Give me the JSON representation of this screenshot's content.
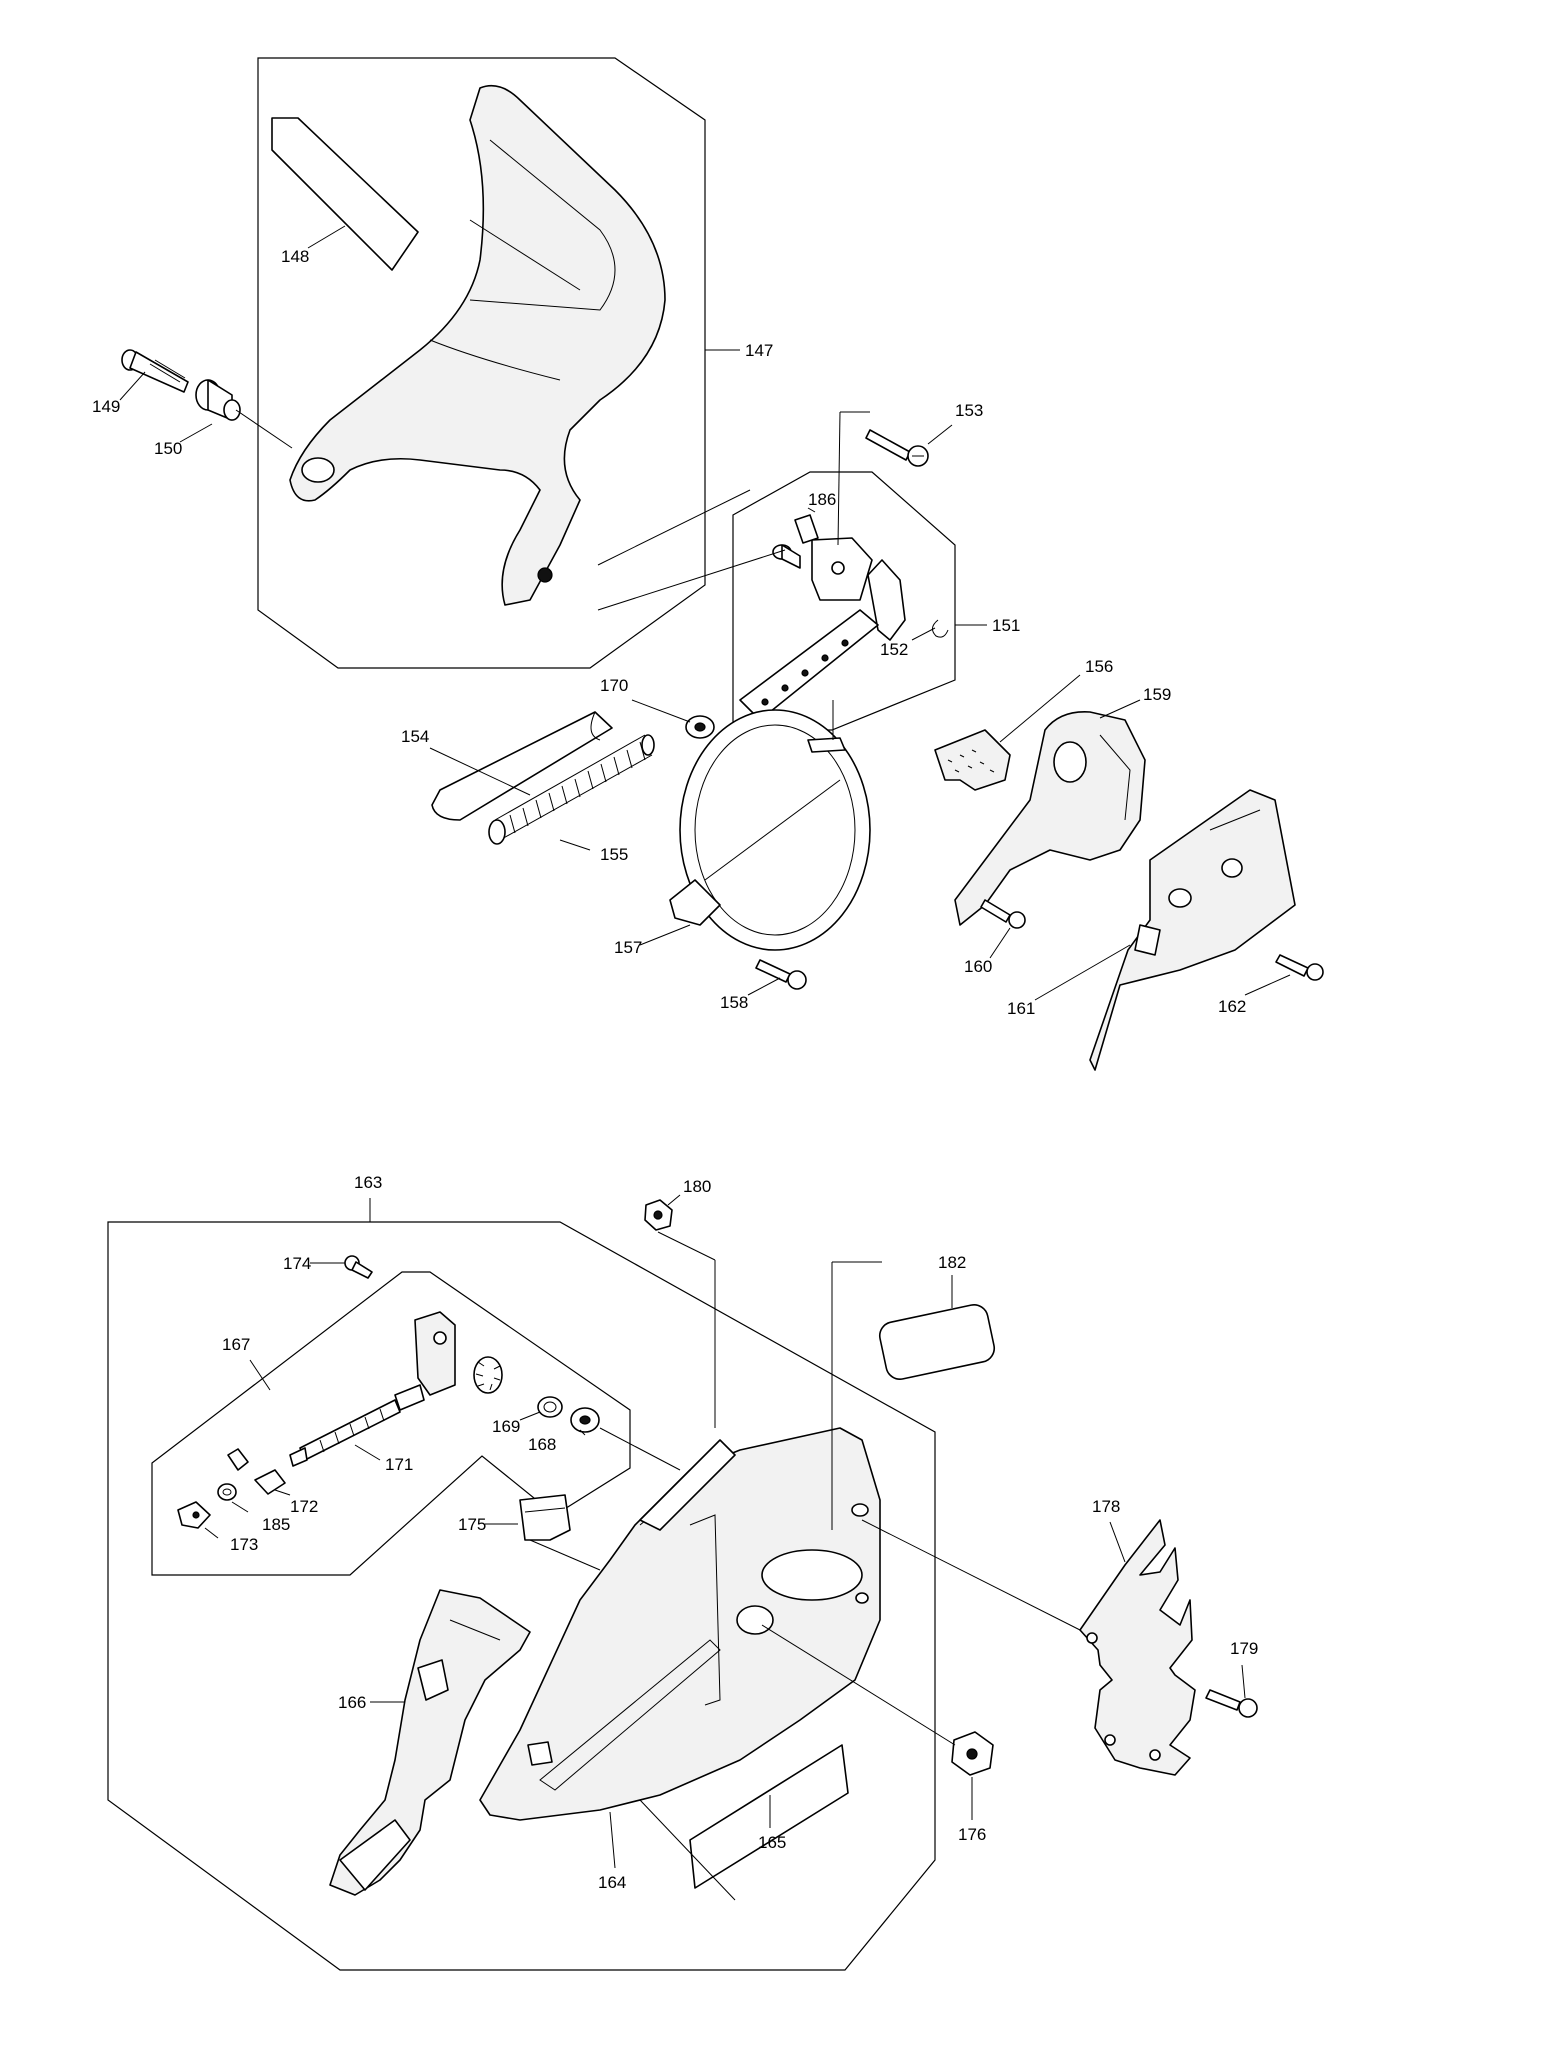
{
  "callouts": {
    "c147": "147",
    "c148": "148",
    "c149": "149",
    "c150": "150",
    "c151": "151",
    "c152": "152",
    "c153": "153",
    "c154": "154",
    "c155": "155",
    "c156": "156",
    "c157": "157",
    "c158": "158",
    "c159": "159",
    "c160": "160",
    "c161": "161",
    "c162": "162",
    "c163": "163",
    "c164": "164",
    "c165": "165",
    "c166": "166",
    "c167": "167",
    "c168": "168",
    "c169": "169",
    "c170": "170",
    "c171": "171",
    "c172": "172",
    "c173": "173",
    "c174": "174",
    "c175": "175",
    "c176": "176",
    "c178": "178",
    "c179": "179",
    "c180": "180",
    "c182": "182",
    "c185": "185",
    "c186": "186"
  }
}
